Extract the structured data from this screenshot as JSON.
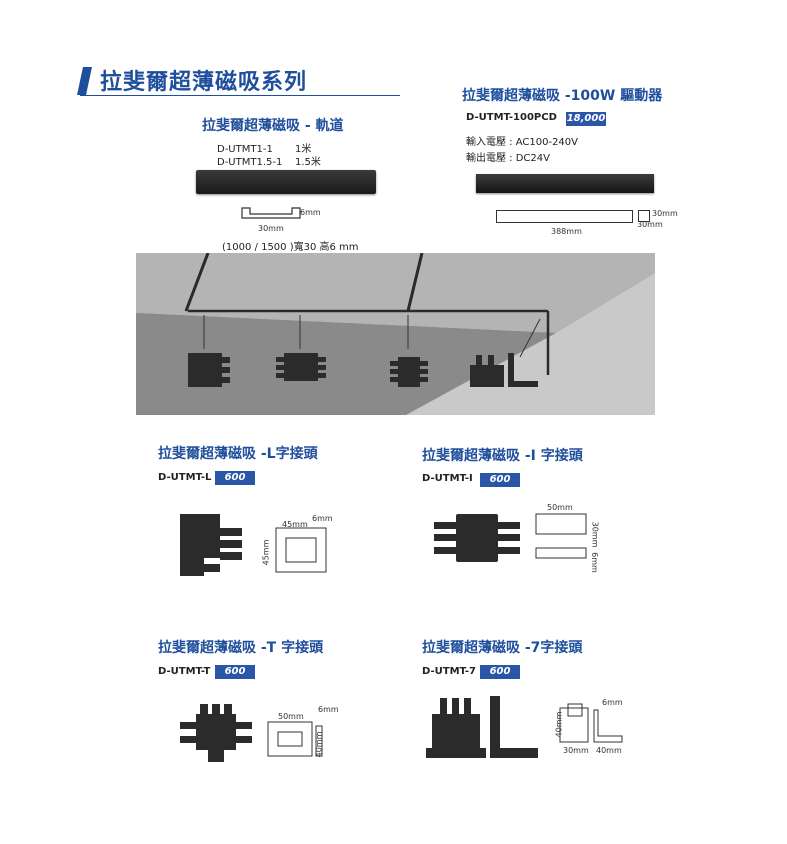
{
  "header": {
    "title": "拉斐爾超薄磁吸系列",
    "accent_color": "#1f4f9c"
  },
  "track": {
    "title": "拉斐爾超薄磁吸 - 軌道",
    "models": [
      {
        "code": "D-UTMT1-1",
        "length": "1米"
      },
      {
        "code": "D-UTMT1.5-1",
        "length": "1.5米"
      }
    ],
    "dim_width": "30mm",
    "dim_height": "6mm",
    "spec": "(1000 / 1500 )寬30 高6 mm"
  },
  "driver": {
    "title": "拉斐爾超薄磁吸 -100W 驅動器",
    "code": "D-UTMT-100PCD",
    "price": "18,000",
    "input": "輸入電壓 : AC100-240V",
    "output": "輸出電壓 : DC24V",
    "dim_length": "388mm",
    "dim_a": "30mm",
    "dim_b": "30mm"
  },
  "connectors": [
    {
      "title": "拉斐爾超薄磁吸 -L字接頭",
      "code": "D-UTMT-L",
      "price": "600",
      "dims": [
        "45mm",
        "6mm",
        "45mm"
      ]
    },
    {
      "title": "拉斐爾超薄磁吸 -I 字接頭",
      "code": "D-UTMT-I",
      "price": "600",
      "dims": [
        "50mm",
        "30mm",
        "6mm"
      ]
    },
    {
      "title": "拉斐爾超薄磁吸 -T 字接頭",
      "code": "D-UTMT-T",
      "price": "600",
      "dims": [
        "50mm",
        "6mm",
        "40mm"
      ]
    },
    {
      "title": "拉斐爾超薄磁吸 -7字接頭",
      "code": "D-UTMT-7",
      "price": "600",
      "dims": [
        "6mm",
        "40mm",
        "30mm",
        "40mm"
      ]
    }
  ]
}
